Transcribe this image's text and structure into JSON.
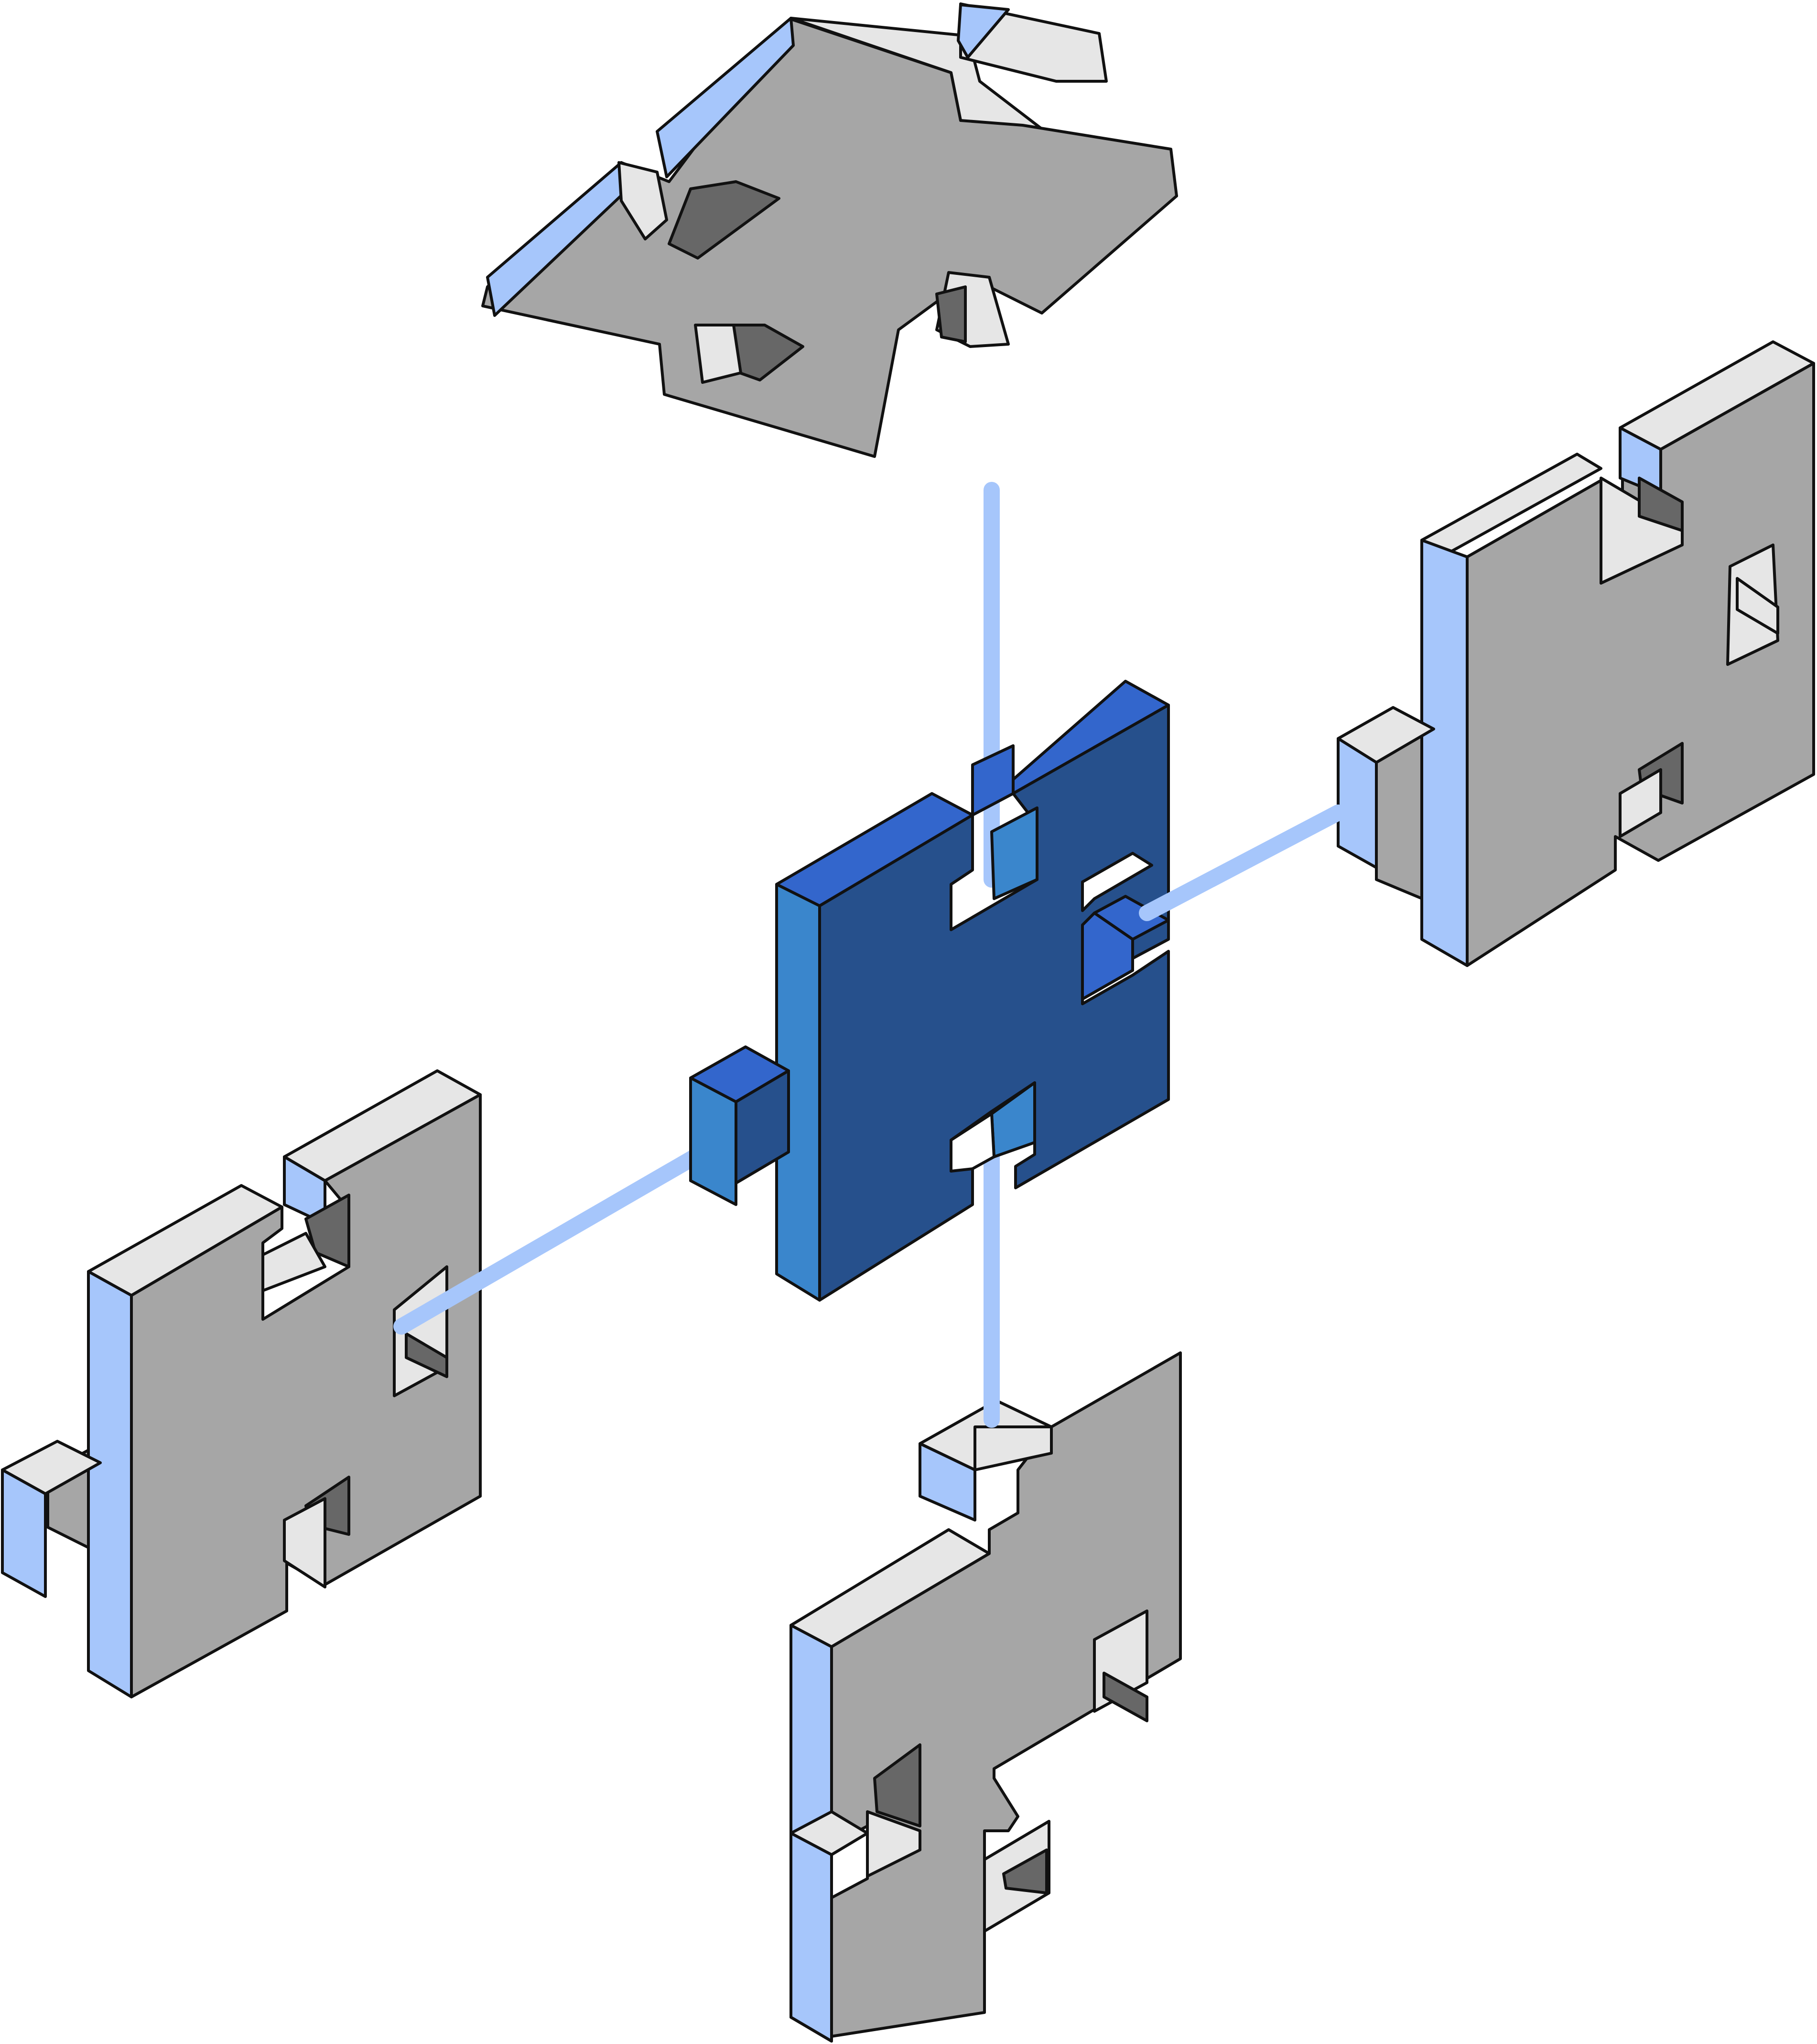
{
  "colors": {
    "background": "#ffffff",
    "connector": "#a6c6fb",
    "center_front": "#26508c",
    "center_side": "#3a86cc",
    "center_top": "#3366cc",
    "peripheral_front": "#a6a6a6",
    "peripheral_side": "#a6c6fb",
    "peripheral_top": "#e6e6e6",
    "slot_shadow": "#676767"
  },
  "pieces": [
    {
      "id": "center",
      "role": "hub",
      "highlighted": true
    },
    {
      "id": "top",
      "role": "neighbor",
      "highlighted": false
    },
    {
      "id": "right",
      "role": "neighbor",
      "highlighted": false
    },
    {
      "id": "left",
      "role": "neighbor",
      "highlighted": false
    },
    {
      "id": "bottom",
      "role": "neighbor",
      "highlighted": false
    }
  ],
  "connections": [
    {
      "from": "center",
      "to": "top"
    },
    {
      "from": "center",
      "to": "right"
    },
    {
      "from": "center",
      "to": "left"
    },
    {
      "from": "center",
      "to": "bottom"
    }
  ]
}
